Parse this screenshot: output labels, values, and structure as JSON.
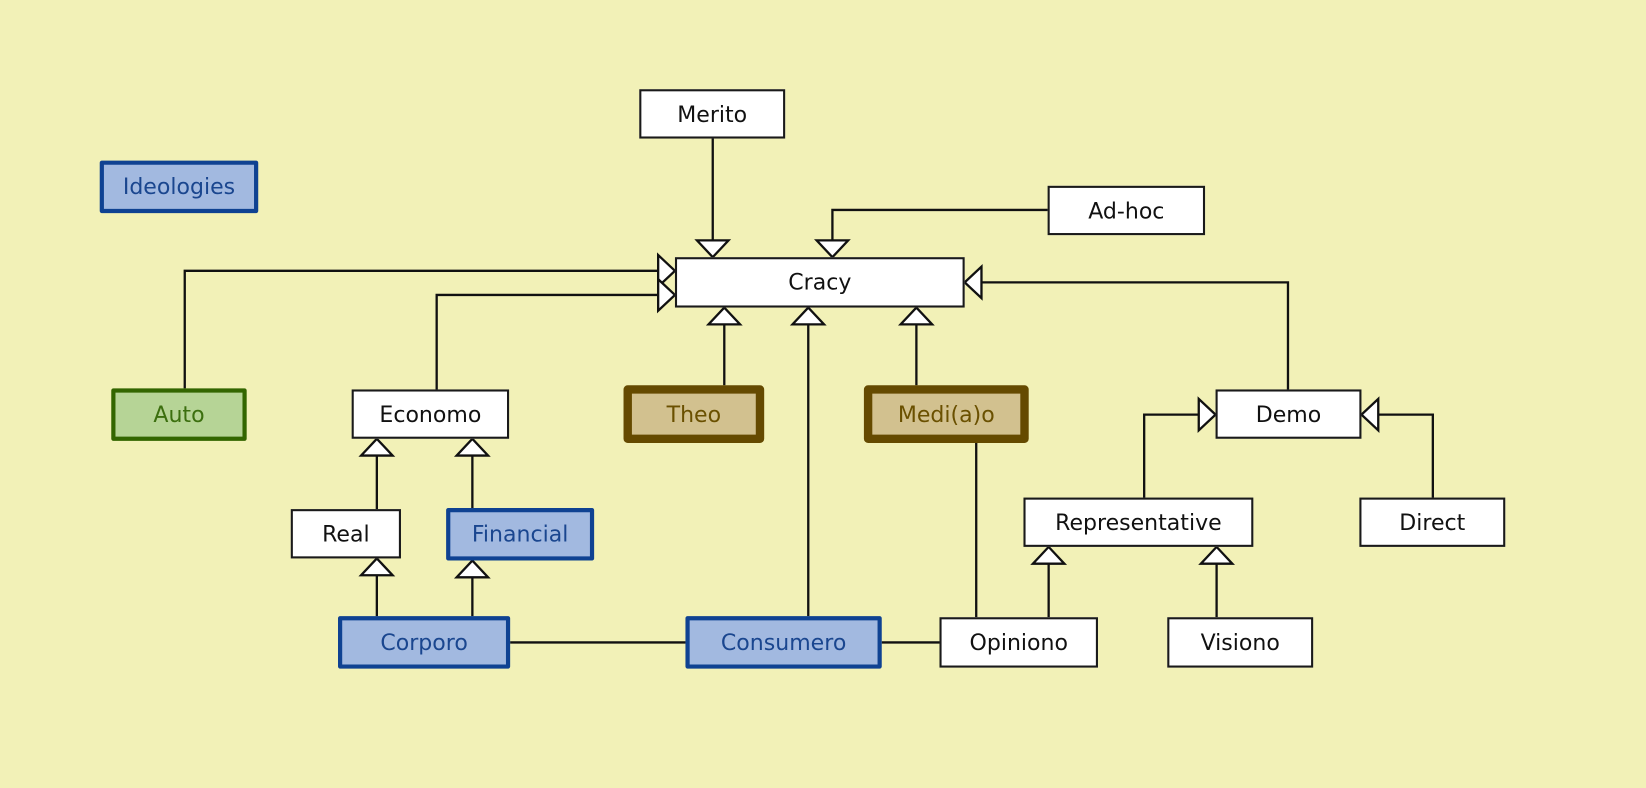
{
  "diagram": {
    "title": "Ideologies",
    "nodes": [
      {
        "id": "ideologies",
        "label": "Ideologies",
        "style": "blue"
      },
      {
        "id": "merito",
        "label": "Merito",
        "style": "plain"
      },
      {
        "id": "adhoc",
        "label": "Ad-hoc",
        "style": "plain"
      },
      {
        "id": "cracy",
        "label": "Cracy",
        "style": "plain"
      },
      {
        "id": "auto",
        "label": "Auto",
        "style": "green"
      },
      {
        "id": "economo",
        "label": "Economo",
        "style": "plain"
      },
      {
        "id": "theo",
        "label": "Theo",
        "style": "brown"
      },
      {
        "id": "mediao",
        "label": "Medi(a)o",
        "style": "brown"
      },
      {
        "id": "demo",
        "label": "Demo",
        "style": "plain"
      },
      {
        "id": "real",
        "label": "Real",
        "style": "plain"
      },
      {
        "id": "financial",
        "label": "Financial",
        "style": "blue"
      },
      {
        "id": "representative",
        "label": "Representative",
        "style": "plain"
      },
      {
        "id": "direct",
        "label": "Direct",
        "style": "plain"
      },
      {
        "id": "corporo",
        "label": "Corporo",
        "style": "blue"
      },
      {
        "id": "consumero",
        "label": "Consumero",
        "style": "blue"
      },
      {
        "id": "opiniono",
        "label": "Opiniono",
        "style": "plain"
      },
      {
        "id": "visiono",
        "label": "Visiono",
        "style": "plain"
      }
    ],
    "edges": [
      {
        "from": "merito",
        "to": "cracy",
        "type": "generalization"
      },
      {
        "from": "adhoc",
        "to": "cracy",
        "type": "generalization"
      },
      {
        "from": "auto",
        "to": "cracy",
        "type": "generalization"
      },
      {
        "from": "economo",
        "to": "cracy",
        "type": "generalization"
      },
      {
        "from": "theo",
        "to": "cracy",
        "type": "generalization"
      },
      {
        "from": "consumero",
        "to": "cracy",
        "type": "generalization"
      },
      {
        "from": "mediao",
        "to": "cracy",
        "type": "generalization"
      },
      {
        "from": "demo",
        "to": "cracy",
        "type": "generalization"
      },
      {
        "from": "real",
        "to": "economo",
        "type": "generalization"
      },
      {
        "from": "financial",
        "to": "economo",
        "type": "generalization"
      },
      {
        "from": "corporo",
        "to": "real",
        "type": "generalization"
      },
      {
        "from": "corporo",
        "to": "financial",
        "type": "generalization"
      },
      {
        "from": "representative",
        "to": "demo",
        "type": "generalization"
      },
      {
        "from": "direct",
        "to": "demo",
        "type": "generalization"
      },
      {
        "from": "opiniono",
        "to": "representative",
        "type": "generalization"
      },
      {
        "from": "visiono",
        "to": "representative",
        "type": "generalization"
      },
      {
        "from": "corporo",
        "to": "consumero",
        "type": "association"
      },
      {
        "from": "consumero",
        "to": "opiniono",
        "type": "association"
      },
      {
        "from": "mediao",
        "to": "opiniono",
        "type": "association"
      }
    ]
  }
}
